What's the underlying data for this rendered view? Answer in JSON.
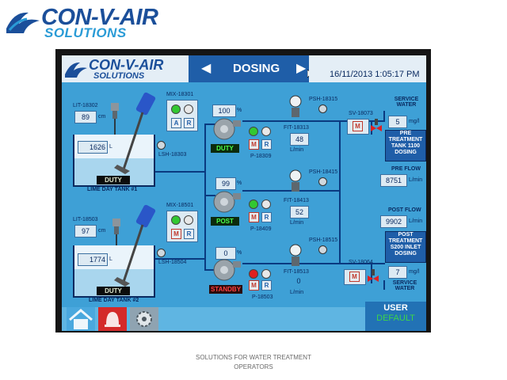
{
  "page": {
    "logo_title": "CON-V-AIR",
    "logo_subtitle": "SOLUTIONS",
    "caption_line1": "SOLUTIONS FOR WATER TREATMENT",
    "caption_line2": "OPERATORS"
  },
  "header": {
    "logo_title": "CON-V-AIR",
    "logo_subtitle": "SOLUTIONS",
    "nav_prev": "◀",
    "nav_next": "▶",
    "screen_title": "DOSING",
    "datetime": "16/11/2013 1:05:17 PM"
  },
  "tank1": {
    "level_tag": "LIT-18302",
    "level_value": "89",
    "level_unit": "cm",
    "volume_value": "1626",
    "volume_unit": "L",
    "status": "DUTY",
    "name": "LIME DAY TANK #1",
    "mixer_tag": "MIX-18301",
    "switch_tag": "LSH-18303",
    "mode_auto": "A",
    "mode_manual": "R"
  },
  "tank2": {
    "level_tag": "LIT-18503",
    "level_value": "97",
    "level_unit": "cm",
    "volume_value": "1774",
    "volume_unit": "L",
    "status": "DUTY",
    "name": "LIME DAY TANK #2",
    "mixer_tag": "MIX-18501",
    "switch_tag": "LSH-18504",
    "mode_manual": "M",
    "mode_remote": "R"
  },
  "pumps": [
    {
      "speed": "100",
      "unit": "%",
      "status": "DUTY",
      "tag": "P-18309",
      "flow_tag": "FIT-18313",
      "flow": "48",
      "flow_unit": "L/min",
      "psh_tag": "PSH-18315",
      "mode_m": "M",
      "mode_r": "R"
    },
    {
      "speed": "99",
      "unit": "%",
      "status": "POST",
      "tag": "P-18409",
      "flow_tag": "FIT-18413",
      "flow": "52",
      "flow_unit": "L/min",
      "psh_tag": "PSH-18415",
      "mode_m": "M",
      "mode_r": "R"
    },
    {
      "speed": "0",
      "unit": "%",
      "status": "STANDBY",
      "tag": "P-18503",
      "flow_tag": "FIT-18513",
      "flow": "0",
      "flow_unit": "L/min",
      "psh_tag": "PSH-18515",
      "mode_m": "M",
      "mode_r": "R"
    }
  ],
  "right": {
    "valve1_tag": "SV-18073",
    "valve1_mode": "M",
    "service_water1": "SERVICE\nWATER",
    "service1_value": "5",
    "service1_unit": "mg/l",
    "pre_treatment_btn": "PRE\nTREATMENT\nTANK 1100\nDOSING",
    "pre_flow_label": "PRE FLOW",
    "pre_flow_value": "8751",
    "pre_flow_unit": "L/min",
    "post_flow_label": "POST FLOW",
    "post_flow_value": "9902",
    "post_flow_unit": "L/min",
    "post_treatment_btn": "POST\nTREATMENT\nS200 INLET\nDOSING",
    "valve2_tag": "SV-18064",
    "valve2_mode": "M",
    "service2_value": "7",
    "service2_unit": "mg/l",
    "service_water2": "SERVICE\nWATER"
  },
  "footer": {
    "user_label": "USER",
    "user_value": "DEFAULT"
  },
  "colors": {
    "screen_bg": "#3ea0d6",
    "nav_bg": "#1f5ea8",
    "pipe": "#0a3a80",
    "running": "#32c832",
    "stopped": "#e02020"
  }
}
